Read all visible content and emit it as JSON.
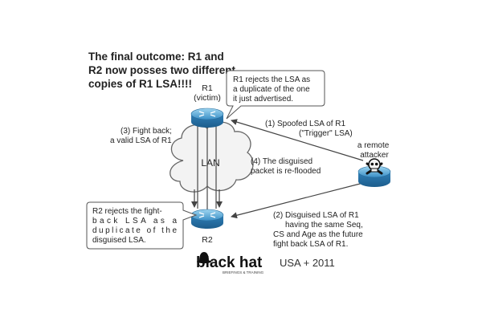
{
  "title": {
    "lines": [
      "The final outcome: R1 and",
      "R2 now posses two different",
      "copies of R1 LSA!!!!"
    ]
  },
  "nodes": {
    "r1": {
      "label": "R1",
      "sublabel": "(victim)"
    },
    "r2": {
      "label": "R2"
    },
    "attacker": {
      "label_lines": [
        "a remote",
        "attacker"
      ]
    },
    "lan": {
      "label": "LAN"
    }
  },
  "callouts": {
    "r1": [
      "R1 rejects the LSA as",
      "a duplicate of the one",
      "it just advertised."
    ],
    "r2": [
      "R2 rejects the fight-",
      "back LSA as a",
      "duplicate of the",
      "disguised LSA."
    ]
  },
  "steps": {
    "fight_back": [
      "(3) Fight back;",
      "a valid LSA of R1"
    ],
    "spoofed": [
      "(1)  Spoofed LSA of R1",
      "(\"Trigger\" LSA)"
    ],
    "reflooded": [
      "(4) The disguised",
      "packet is re-flooded"
    ],
    "disguised": [
      "(2) Disguised LSA of R1",
      "having the same Seq,",
      "CS and Age as the future",
      "fight back LSA of R1."
    ]
  },
  "footer": {
    "logo_text": "black hat",
    "logo_tagline": "BRIEFINGS & TRAINING",
    "event": "USA + 2011"
  },
  "colors": {
    "router_top": "#7fc4e6",
    "router_side": "#2f80b8",
    "cloud_fill": "#f2f2f2",
    "line": "#555555",
    "text": "#222222"
  }
}
